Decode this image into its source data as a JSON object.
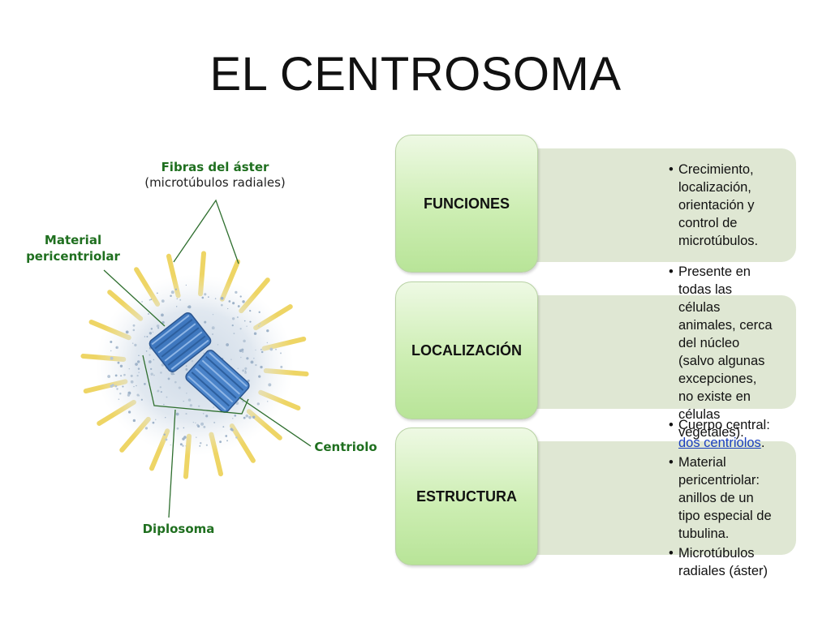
{
  "title": "EL CENTROSOMA",
  "diagram": {
    "labels": {
      "fibras": "Fibras del áster",
      "fibras_sub": "(microtúbulos radiales)",
      "material_line1": "Material",
      "material_line2": "pericentriolar",
      "centriolo": "Centriolo",
      "diplosoma": "Diplosoma"
    }
  },
  "sections": [
    {
      "heading": "FUNCIONES",
      "items": [
        {
          "text": "Crecimiento, localización, orientación y control de microtúbulos."
        }
      ]
    },
    {
      "heading": "LOCALIZACIÓN",
      "items": [
        {
          "text": "Presente en todas las células animales, cerca del núcleo (salvo algunas excepciones, no existe en células vegetales)."
        }
      ]
    },
    {
      "heading": "ESTRUCTURA",
      "items": [
        {
          "prefix": "Cuerpo central: ",
          "link": "dos centriolos",
          "suffix": "."
        },
        {
          "text": "Material pericentriolar: anillos de un tipo especial de tubulina."
        },
        {
          "text": "Microtúbulos radiales (áster)"
        }
      ]
    }
  ],
  "colors": {
    "label_green": "#1f6f1f",
    "card_bg": "#dfe7d3",
    "tab_green": "#cdeeb3",
    "centriole_blue": "#4a83c9",
    "aster_yellow": "#f0d870",
    "link_blue": "#1a3fbf"
  }
}
